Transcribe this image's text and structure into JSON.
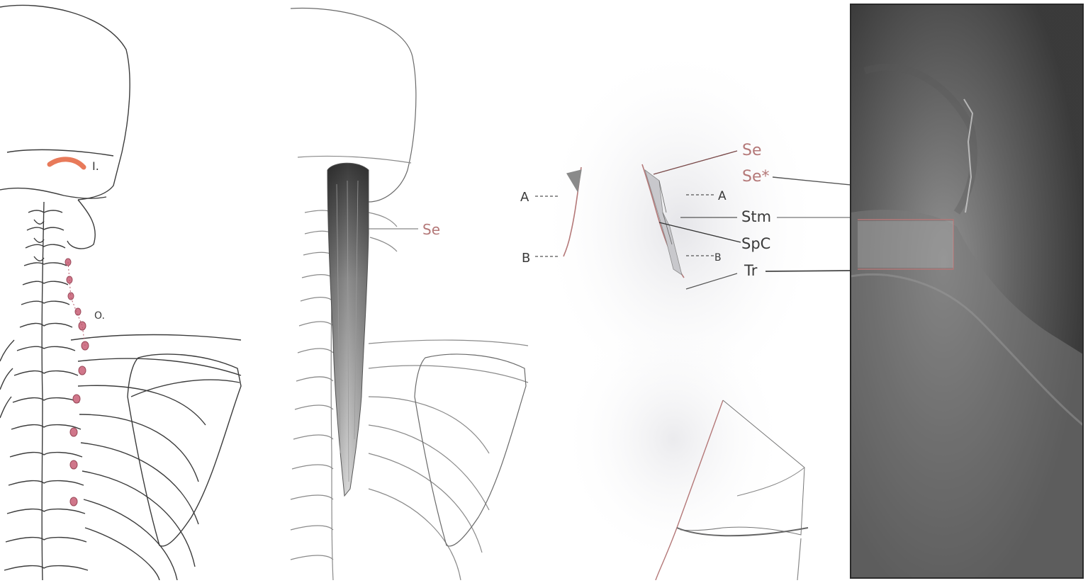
{
  "panel1": {
    "insertion_label": "I.",
    "origin_label": "O."
  },
  "panel2": {
    "muscle_label": "Se"
  },
  "panel3": {
    "left_a": "A",
    "left_b": "B",
    "se": "Se",
    "se_star": "Se*",
    "right_a": "A",
    "stm": "Stm",
    "spc": "SpC",
    "right_b": "B",
    "tr": "Tr"
  },
  "colors": {
    "outline": "#3c3c3c",
    "insertion": "#e87a5a",
    "origin": "#d0768a",
    "label_red": "#b47878",
    "label_dark": "#3a3a3a",
    "photo_bg": "#3e3e3e"
  },
  "icons": [
    "skeleton-posterior-figure",
    "semispinalis-muscle-figure",
    "neck-surface-figure",
    "neck-photograph"
  ]
}
